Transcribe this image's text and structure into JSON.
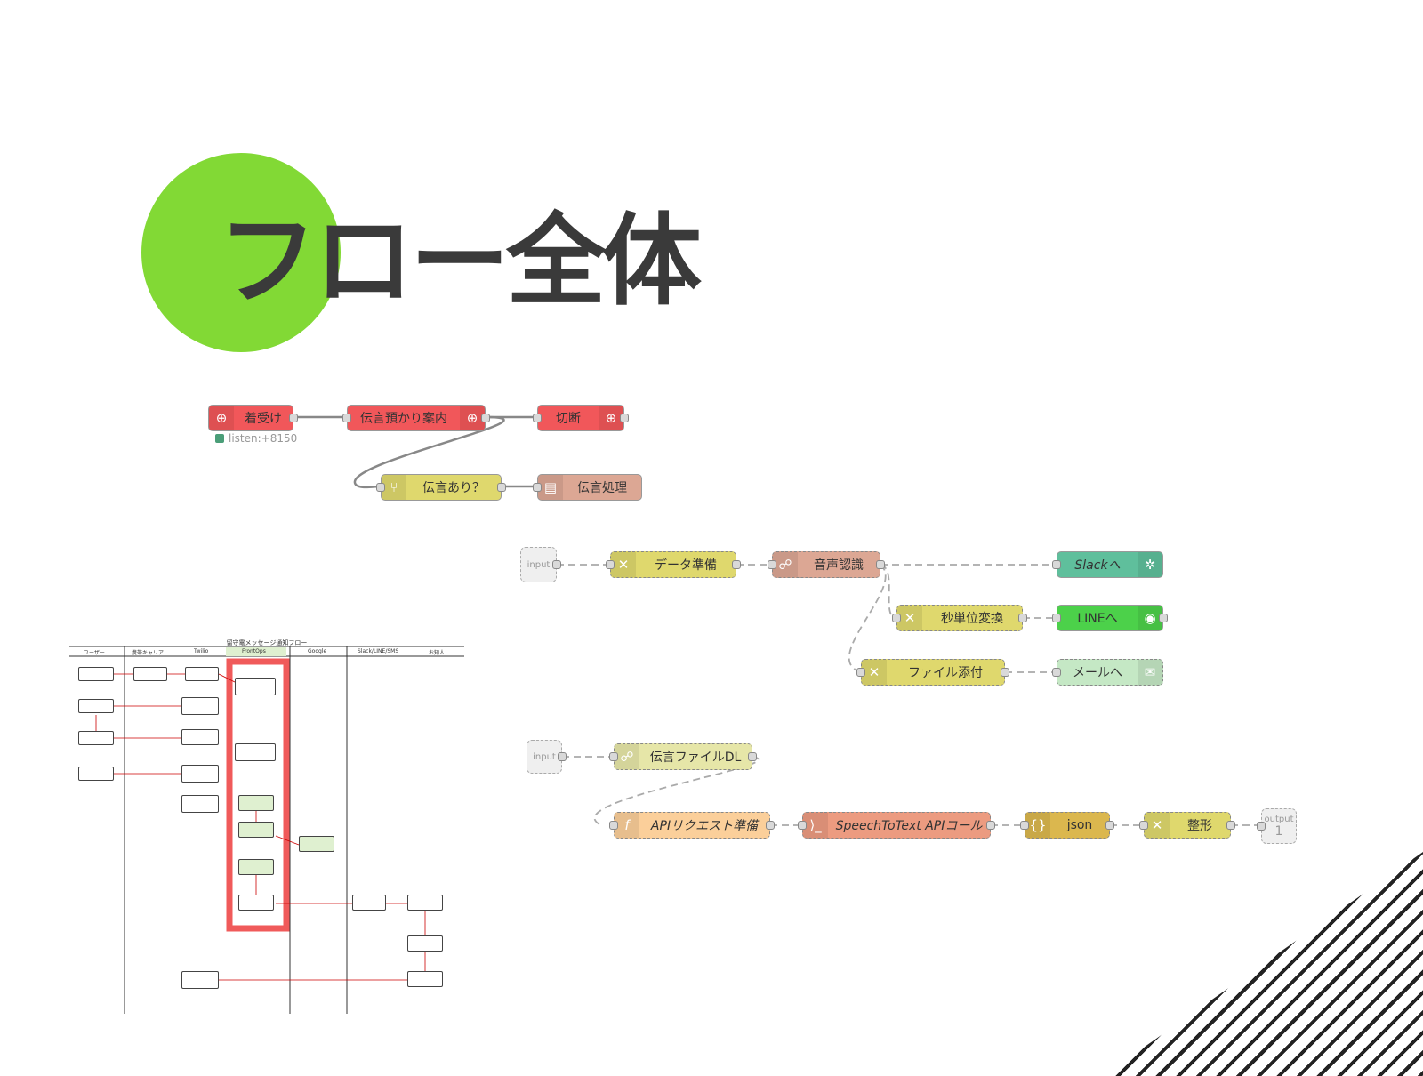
{
  "slide": {
    "title": "フロー全体",
    "accent_color": "#82d935"
  },
  "flow1": {
    "nodes": [
      {
        "id": "n1",
        "label": "着受け",
        "icon": "twilio-icon",
        "color": "#f1575a"
      },
      {
        "id": "n2",
        "label": "伝言預かり案内",
        "icon": "twilio-icon",
        "color": "#f1575a"
      },
      {
        "id": "n3",
        "label": "切断",
        "icon": "twilio-icon",
        "color": "#f1575a"
      },
      {
        "id": "n4",
        "label": "伝言あり？",
        "icon": "switch-icon",
        "color": "#dfd86d"
      },
      {
        "id": "n5",
        "label": "伝言処理",
        "icon": "subflow-icon",
        "color": "#dca794"
      }
    ],
    "status_text": "listen:+8150"
  },
  "flow2": {
    "input_label": "input",
    "nodes": [
      {
        "id": "m1",
        "label": "データ準備",
        "icon": "change-icon",
        "color": "#dfd86d"
      },
      {
        "id": "m2",
        "label": "音声認識",
        "icon": "link-icon",
        "color": "#dca794"
      },
      {
        "id": "m3",
        "label": "Slackへ",
        "icon": "slack-icon",
        "color": "#5fbf9c"
      },
      {
        "id": "m4",
        "label": "秒単位変換",
        "icon": "change-icon",
        "color": "#dfd86d"
      },
      {
        "id": "m5",
        "label": "LINEへ",
        "icon": "line-icon",
        "color": "#4cd14a"
      },
      {
        "id": "m6",
        "label": "ファイル添付",
        "icon": "change-icon",
        "color": "#dfd86d"
      },
      {
        "id": "m7",
        "label": "メールへ",
        "icon": "mail-icon",
        "color": "#c5e8c5"
      }
    ]
  },
  "flow3": {
    "input_label": "input",
    "output_label": "output",
    "output_number": "1",
    "nodes": [
      {
        "id": "k1",
        "label": "伝言ファイルDL",
        "icon": "link-icon",
        "color": "#e6e6a8"
      },
      {
        "id": "k2",
        "label": "APIリクエスト準備",
        "icon": "function-icon",
        "color": "#fbcf9a"
      },
      {
        "id": "k3",
        "label": "SpeechToText APIコール",
        "icon": "http-icon",
        "color": "#ec9b80"
      },
      {
        "id": "k4",
        "label": "json",
        "icon": "json-icon",
        "color": "#dbb74e"
      },
      {
        "id": "k5",
        "label": "整形",
        "icon": "change-icon",
        "color": "#dfd86d"
      }
    ]
  },
  "flowchart": {
    "title": "留守電メッセージ通知フロー",
    "lanes": [
      "ユーザー",
      "携帯キャリア",
      "Twilio",
      "FrontOps",
      "Google",
      "Slack/LINE/SMS",
      "お知人"
    ],
    "highlight_color": "#f05a5a"
  }
}
